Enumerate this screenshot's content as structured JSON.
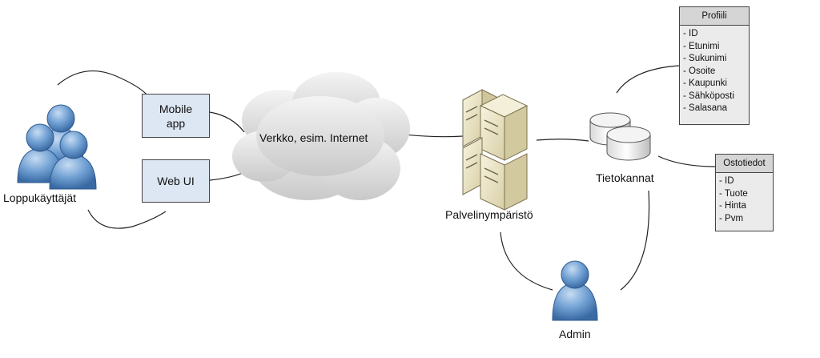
{
  "nodes": {
    "users_label": "Loppukäyttäjät",
    "mobile_app": "Mobile\napp",
    "web_ui": "Web UI",
    "network": "Verkko, esim. Internet",
    "server": "Palvelinympäristö",
    "databases": "Tietokannat",
    "admin": "Admin"
  },
  "profile_table": {
    "title": "Profiili",
    "fields": [
      "- ID",
      "- Etunimi",
      "- Sukunimi",
      "- Osoite",
      "- Kaupunki",
      "- Sähköposti",
      "- Salasana"
    ]
  },
  "purchase_table": {
    "title": "Ostotiedot",
    "fields": [
      "- ID",
      "- Tuote",
      "- Hinta",
      "- Pvm"
    ]
  },
  "colors": {
    "person": "#5b8fc9",
    "box_fill": "#dde6f3",
    "table_fill": "#ebebeb",
    "table_header": "#d5d5d5",
    "server": "#e9e3c4",
    "db_cylinder": "#f2f2f2"
  }
}
